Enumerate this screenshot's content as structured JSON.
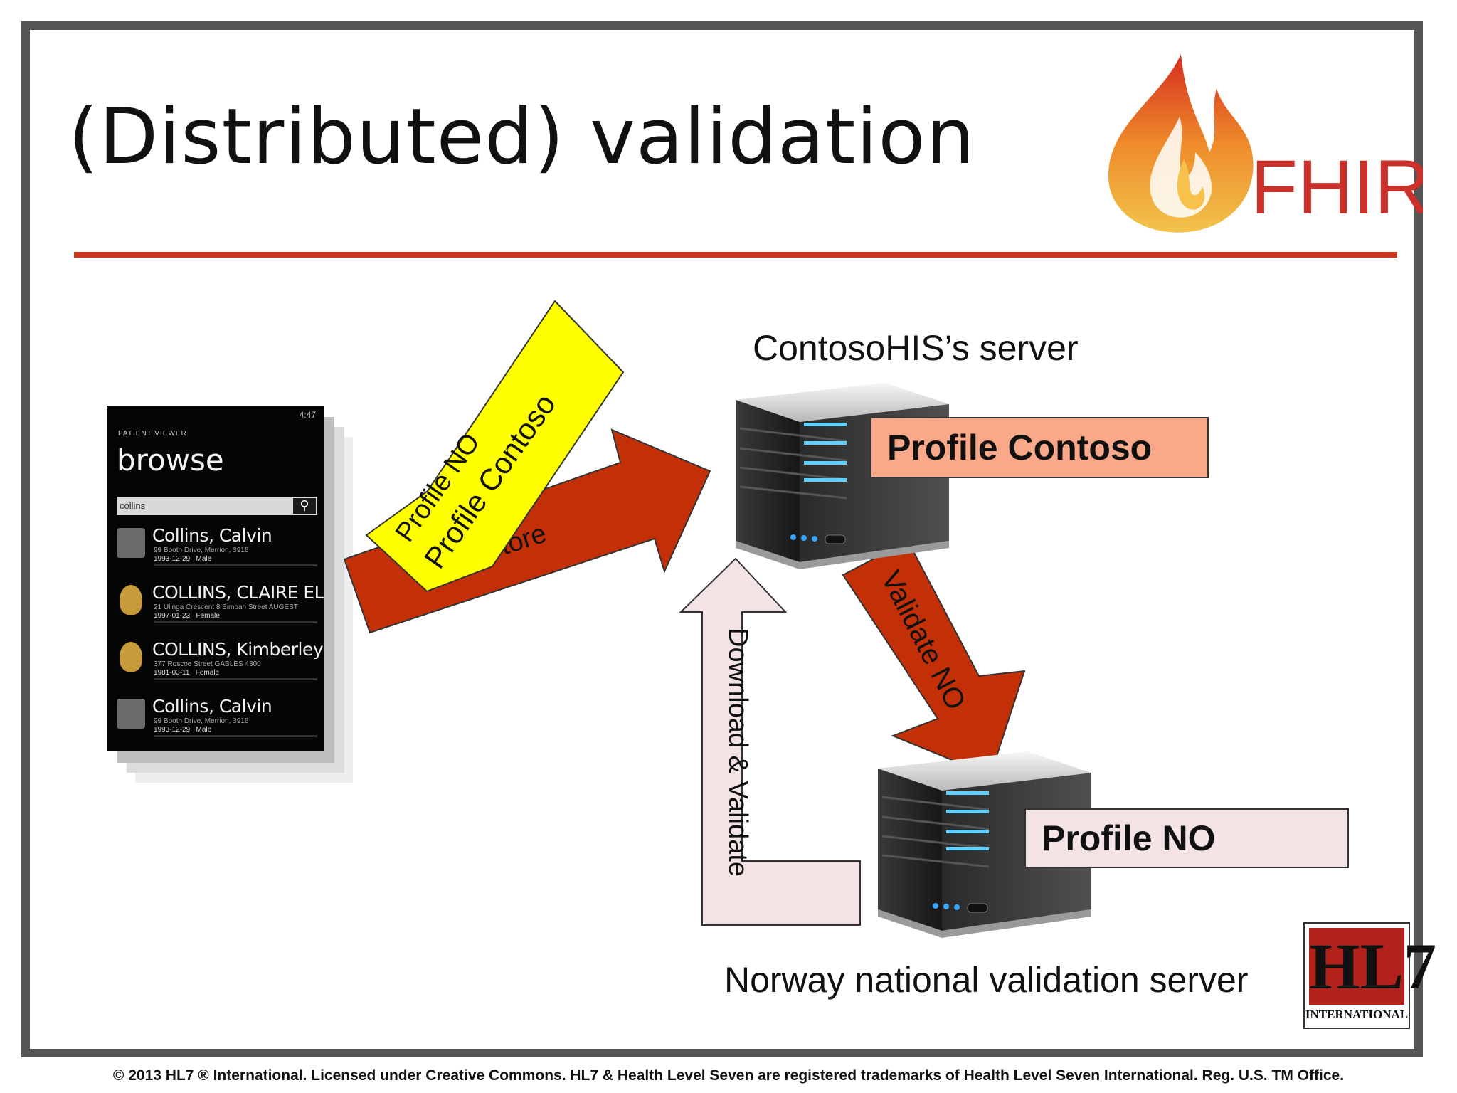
{
  "slide": {
    "title": "(Distributed) validation",
    "footer": "© 2013 HL7 ® International. Licensed under Creative Commons. HL7 & Health Level Seven are registered trademarks of Health Level Seven International. Reg. U.S. TM Office.",
    "colors": {
      "accent_red": "#c8361b",
      "arrow_red": "#c33008",
      "sticky_yellow": "#ffff00",
      "profile_contoso_bg": "#f9a88a",
      "profile_no_bg": "#f4e3e5",
      "upload_arrow_bg": "#f4e3e5"
    }
  },
  "logos": {
    "fhir": "FHIR",
    "hl7": "HL7",
    "hl7_sub": "INTERNATIONAL"
  },
  "phone": {
    "time": "4:47",
    "app_name": "PATIENT VIEWER",
    "screen_title": "browse",
    "search_value": "collins",
    "patients": [
      {
        "name": "Collins, Calvin",
        "address": "99 Booth Drive, Merrion, 3916",
        "dob": "1993-12-29",
        "gender": "Male"
      },
      {
        "name": "COLLINS, CLAIRE ELI",
        "address": "21 Ulinga Crescent 8 Bimbah Street AUGEST",
        "dob": "1997-01-23",
        "gender": "Female"
      },
      {
        "name": "COLLINS, Kimberley",
        "address": "377 Roscoe Street GABLES 4300",
        "dob": "1981-03-11",
        "gender": "Female"
      },
      {
        "name": "Collins, Calvin",
        "address": "99 Booth Drive, Merrion, 3916",
        "dob": "1993-12-29",
        "gender": "Male"
      }
    ]
  },
  "diagram": {
    "contoso_server_label": "ContosoHIS’s server",
    "norway_server_label": "Norway national validation server",
    "profile_contoso": "Profile Contoso",
    "profile_no": "Profile NO",
    "store_arrow_label": "Store",
    "tag_line1": "Profile NO",
    "tag_line2": "Profile Contoso",
    "validate_arrow_label": "Validate NO",
    "download_arrow_label": "Download & Validate"
  }
}
